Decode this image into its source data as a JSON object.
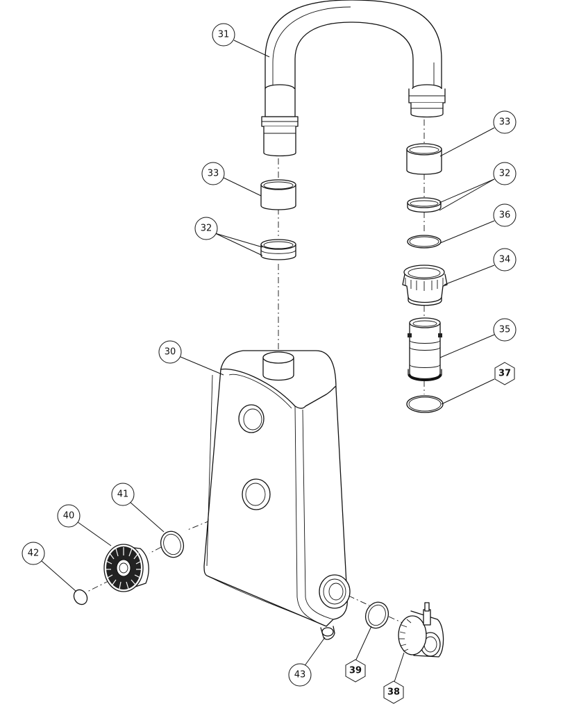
{
  "callouts": [
    {
      "id": "c31",
      "label": "31",
      "style": "circle"
    },
    {
      "id": "c33a",
      "label": "33",
      "style": "circle"
    },
    {
      "id": "c33b",
      "label": "33",
      "style": "circle"
    },
    {
      "id": "c32a",
      "label": "32",
      "style": "circle"
    },
    {
      "id": "c32b",
      "label": "32",
      "style": "circle"
    },
    {
      "id": "c36",
      "label": "36",
      "style": "circle"
    },
    {
      "id": "c34",
      "label": "34",
      "style": "circle"
    },
    {
      "id": "c35",
      "label": "35",
      "style": "circle"
    },
    {
      "id": "c30",
      "label": "30",
      "style": "circle"
    },
    {
      "id": "c37",
      "label": "37",
      "style": "hexagon"
    },
    {
      "id": "c41",
      "label": "41",
      "style": "circle"
    },
    {
      "id": "c40",
      "label": "40",
      "style": "circle"
    },
    {
      "id": "c42",
      "label": "42",
      "style": "circle"
    },
    {
      "id": "c39",
      "label": "39",
      "style": "hexagon"
    },
    {
      "id": "c43",
      "label": "43",
      "style": "circle"
    },
    {
      "id": "c38",
      "label": "38",
      "style": "hexagon"
    }
  ]
}
